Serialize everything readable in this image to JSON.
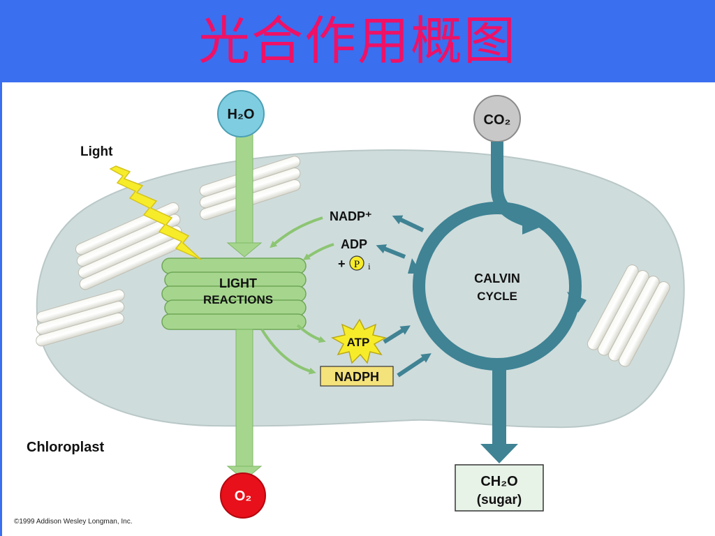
{
  "title": "光合作用概图",
  "diagram": {
    "light": "Light",
    "h2o": "H₂O",
    "co2": "CO₂",
    "o2": "O₂",
    "light_reactions_1": "LIGHT",
    "light_reactions_2": "REACTIONS",
    "calvin_1": "CALVIN",
    "calvin_2": "CYCLE",
    "nadp_plus": "NADP⁺",
    "adp": "ADP",
    "pi_plus": "+",
    "pi_letter": "P",
    "pi_sub": "i",
    "atp": "ATP",
    "nadph": "NADPH",
    "chloroplast": "Chloroplast",
    "ch2o": "CH₂O",
    "sugar": "(sugar)",
    "copyright": "©1999 Addison Wesley Longman, Inc."
  },
  "colors": {
    "title_bar": "#3a6ff0",
    "title_text": "#ee1166",
    "chloroplast": "#cfdcdc",
    "light_green": "#a6d68e",
    "calvin_teal": "#3f8394",
    "h2o_circle": "#7fcde0",
    "co2_circle": "#c8c8c8",
    "o2_circle": "#e8101a",
    "atp_star": "#f7ec2a",
    "nadph_box": "#f4e27a",
    "sugar_box": "#e8f3e8"
  }
}
